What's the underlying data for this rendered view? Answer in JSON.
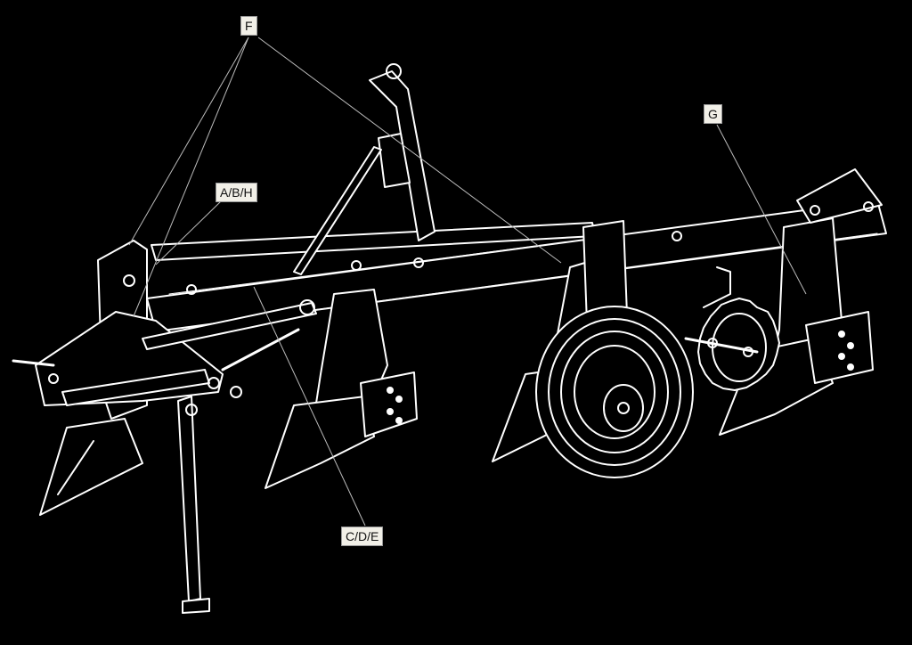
{
  "figure": {
    "background": "#000000",
    "line_color": "#ffffff",
    "subject": "plough-illustration"
  },
  "callouts": [
    {
      "id": "f",
      "label": "F"
    },
    {
      "id": "g",
      "label": "G"
    },
    {
      "id": "abh",
      "label": "A/B/H"
    },
    {
      "id": "cde",
      "label": "C/D/E"
    }
  ]
}
